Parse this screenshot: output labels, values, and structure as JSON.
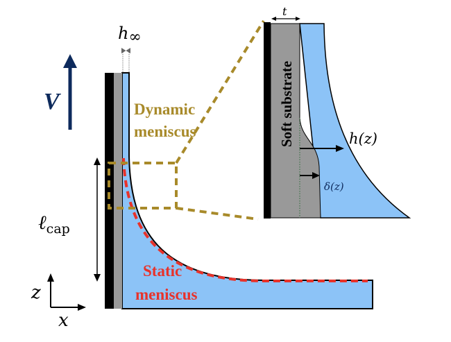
{
  "labels": {
    "velocity": "V",
    "h_inf_base": "h",
    "h_inf_sub": "∞",
    "dynamic_line1": "Dynamic",
    "dynamic_line2": "meniscus",
    "static_line1": "Static",
    "static_line2": "meniscus",
    "lcap_base": "ℓ",
    "lcap_sub": "cap",
    "axis_z": "z",
    "axis_x": "x",
    "thickness": "t",
    "soft_substrate": "Soft substrate",
    "h_z": "h(z)",
    "delta_z": "δ(z)"
  },
  "colors": {
    "liquid": "#8cc3f7",
    "substrate": "#999999",
    "wall": "#000000",
    "velocity": "#0d2a5c",
    "dynamic": "#a88a2a",
    "static": "#e8322a"
  }
}
